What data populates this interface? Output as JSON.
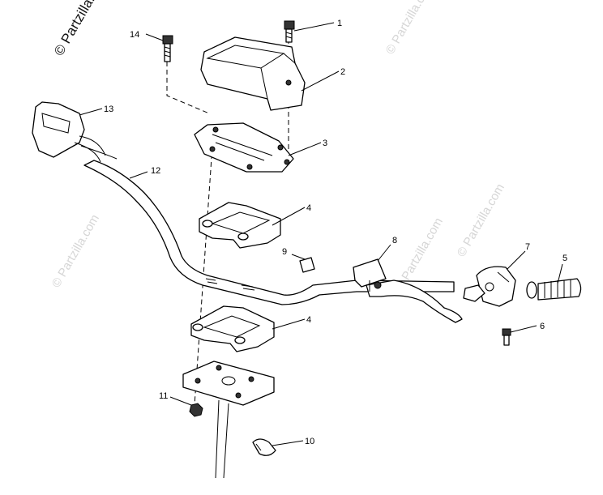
{
  "watermarks": {
    "top_left": "© Partzilla.com",
    "faint": "© Partzilla.com"
  },
  "callouts": [
    {
      "id": "1",
      "label": "1",
      "part": "bolt"
    },
    {
      "id": "2",
      "label": "2",
      "part": "handlebar-cover"
    },
    {
      "id": "3",
      "label": "3",
      "part": "cover-plate"
    },
    {
      "id": "4",
      "label": "4",
      "part": "upper-clamp"
    },
    {
      "id": "4b",
      "label": "4",
      "part": "lower-clamp"
    },
    {
      "id": "5",
      "label": "5",
      "part": "grip"
    },
    {
      "id": "6",
      "label": "6",
      "part": "screw"
    },
    {
      "id": "7",
      "label": "7",
      "part": "throttle-housing"
    },
    {
      "id": "8",
      "label": "8",
      "part": "brake-lever-bracket"
    },
    {
      "id": "9",
      "label": "9",
      "part": "spacer"
    },
    {
      "id": "10",
      "label": "10",
      "part": "clip"
    },
    {
      "id": "11",
      "label": "11",
      "part": "nut"
    },
    {
      "id": "12",
      "label": "12",
      "part": "handlebar"
    },
    {
      "id": "13",
      "label": "13",
      "part": "switch-housing"
    },
    {
      "id": "14",
      "label": "14",
      "part": "bolt"
    }
  ]
}
